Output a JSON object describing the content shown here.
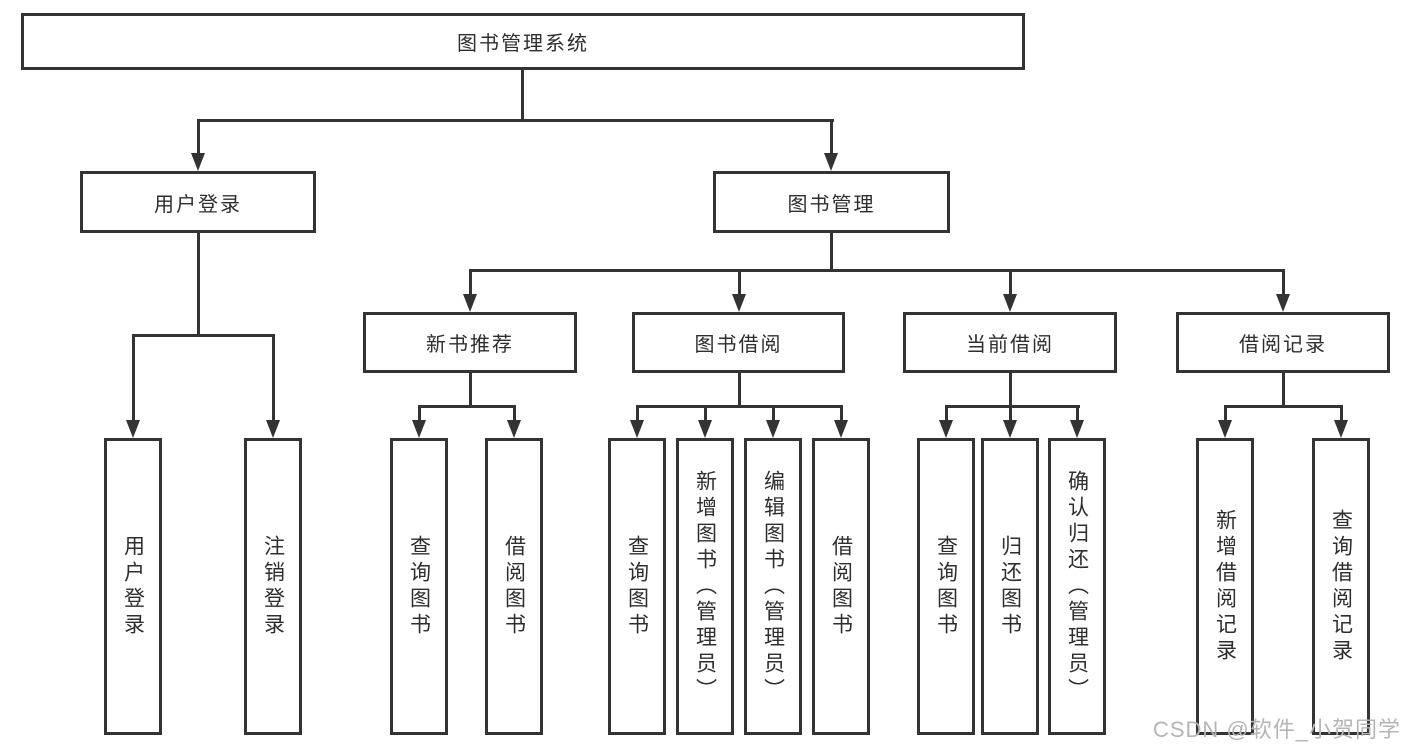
{
  "diagram": {
    "root": {
      "label": "图书管理系统"
    },
    "level2": [
      {
        "id": "user-login",
        "label": "用户登录"
      },
      {
        "id": "book-management",
        "label": "图书管理"
      }
    ],
    "level3": [
      {
        "id": "new-book-recommend",
        "label": "新书推荐"
      },
      {
        "id": "book-borrow",
        "label": "图书借阅"
      },
      {
        "id": "current-borrow",
        "label": "当前借阅"
      },
      {
        "id": "borrow-records",
        "label": "借阅记录"
      }
    ],
    "leaves": {
      "user_login": [
        "用户登录",
        "注销登录"
      ],
      "new_book_recommend": [
        "查询图书",
        "借阅图书"
      ],
      "book_borrow": [
        "查询图书",
        "新增图书（管理员）",
        "编辑图书（管理员）",
        "借阅图书"
      ],
      "current_borrow": [
        "查询图书",
        "归还图书",
        "确认归还（管理员）"
      ],
      "borrow_records": [
        "新增借阅记录",
        "查询借阅记录"
      ]
    }
  },
  "watermark": {
    "text": "CSDN @软件_小贺同学"
  },
  "colors": {
    "line": "#333333",
    "text": "#2e2e2e",
    "watermark": "#b5b5b5",
    "background": "#ffffff"
  }
}
